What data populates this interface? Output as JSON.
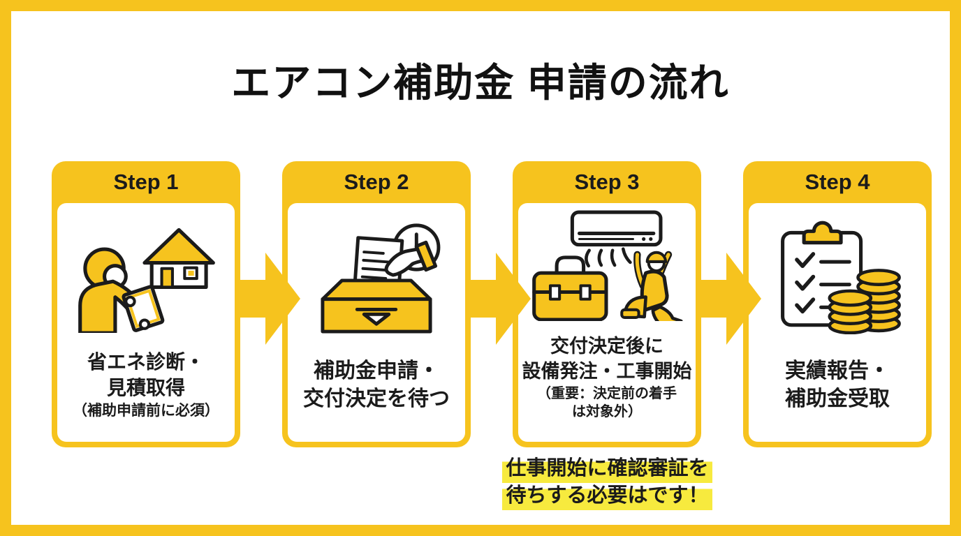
{
  "title": "エアコン補助金 申請の流れ",
  "colors": {
    "accent_yellow": "#F6C31E",
    "highlight_yellow": "#F7EA3E",
    "text_black": "#1B1B1B",
    "background": "#FFFFFF"
  },
  "steps": [
    {
      "header": "Step 1",
      "icon": "surveyor-with-tablet-and-house-icon",
      "lines": [
        "省エネ診断・",
        "見積取得"
      ],
      "sub_lines": [
        "（補助申請前に必須）"
      ]
    },
    {
      "header": "Step 2",
      "icon": "submit-application-box-with-clock-icon",
      "lines": [
        "補助金申請・",
        "交付決定を待つ"
      ],
      "sub_lines": []
    },
    {
      "header": "Step 3",
      "icon": "ac-unit-toolbox-worker-icon",
      "lines": [
        "交付決定後に",
        "設備発注・工事開始"
      ],
      "sub_lines": [
        "（重要：決定前の着手",
        "は対象外）"
      ]
    },
    {
      "header": "Step 4",
      "icon": "checklist-and-coins-icon",
      "lines": [
        "実績報告・",
        "補助金受取"
      ],
      "sub_lines": []
    }
  ],
  "note": {
    "lines": [
      "仕事開始に確認審証を",
      "待ちする必要はです！"
    ]
  }
}
